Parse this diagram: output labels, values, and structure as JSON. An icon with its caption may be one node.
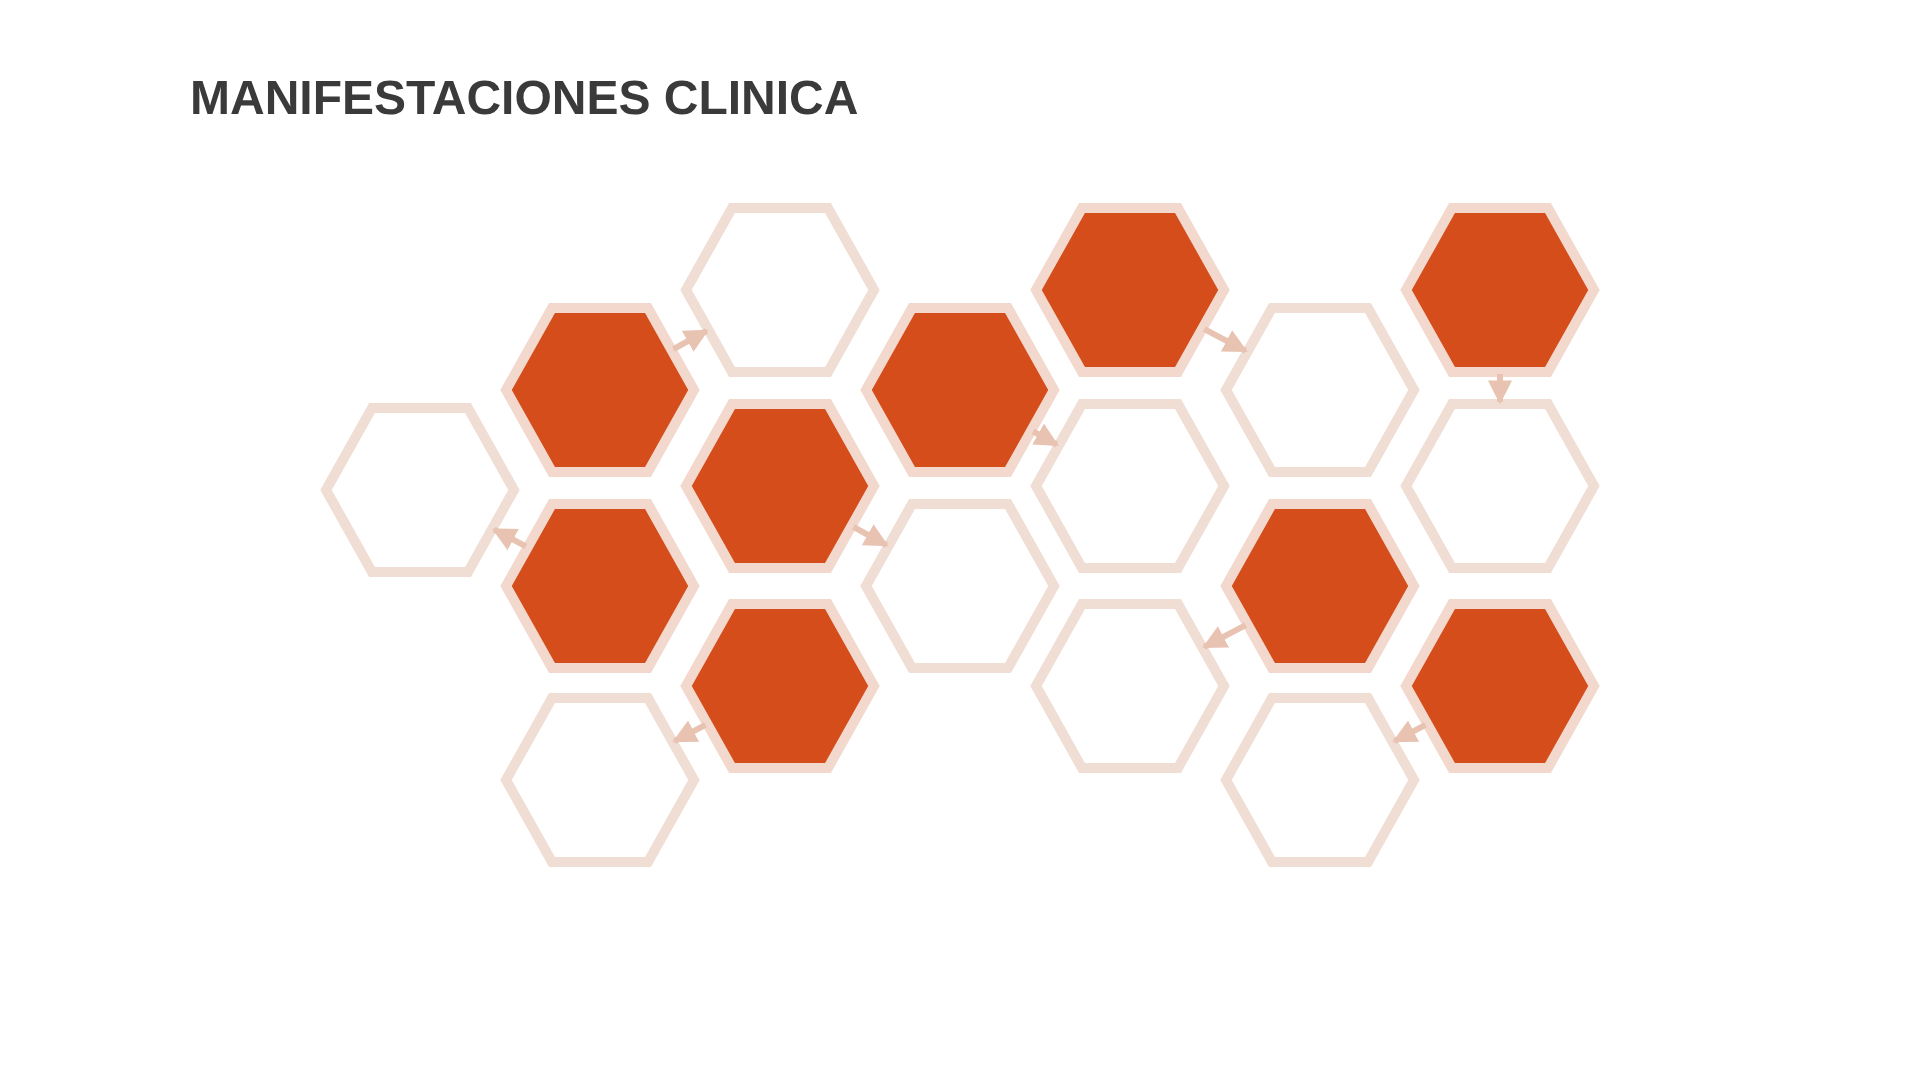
{
  "diagram": {
    "title": "MANIFESTACIONES CLINICA",
    "nodes": [
      {
        "text": [],
        "shape": "hexagon"
      },
      {
        "text": [],
        "shape": "hexagon"
      },
      {
        "text": [],
        "shape": "hexagon"
      },
      {
        "text": [],
        "shape": "hexagon"
      },
      {
        "text": [],
        "shape": "hexagon"
      },
      {
        "text": [],
        "shape": "hexagon"
      },
      {
        "text": [],
        "shape": "hexagon"
      },
      {
        "text": [],
        "shape": "hexagon"
      },
      {
        "text": [],
        "shape": "hexagon"
      },
      {
        "text": [],
        "shape": "hexagon"
      },
      {
        "text": [],
        "shape": "hexagon"
      },
      {
        "text": [],
        "shape": "hexagon"
      },
      {
        "text": [],
        "shape": "hexagon"
      },
      {
        "text": [],
        "shape": "hexagon"
      },
      {
        "text": [],
        "shape": "hexagon"
      },
      {
        "text": [],
        "shape": "hexagon"
      },
      {
        "text": [],
        "shape": "hexagon"
      },
      {
        "text": [],
        "shape": "hexagon"
      }
    ],
    "edges": [
      {
        "from": 3,
        "to": 0,
        "arrow": "to"
      },
      {
        "from": 10,
        "to": 6,
        "arrow": "to"
      },
      {
        "from": 7,
        "to": 11,
        "arrow": "to"
      },
      {
        "from": 13,
        "to": 16,
        "arrow": "to"
      },
      {
        "from": 4,
        "to": 8,
        "arrow": "to"
      },
      {
        "from": 1,
        "to": 5,
        "arrow": "to"
      },
      {
        "from": 2,
        "to": 9,
        "arrow": "to"
      },
      {
        "from": 12,
        "to": 14,
        "arrow": "to"
      },
      {
        "from": 15,
        "to": 17,
        "arrow": "to"
      }
    ]
  }
}
